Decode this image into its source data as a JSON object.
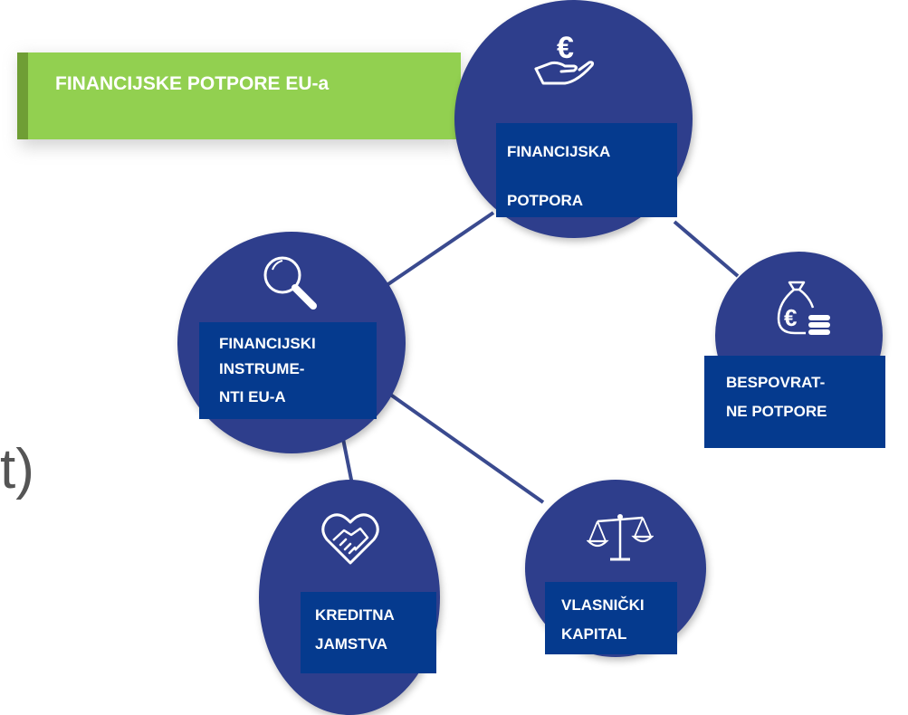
{
  "banner": {
    "title": "FINANCIJSKE POTPORE EU-a"
  },
  "side_text": "t)",
  "nodes": {
    "financijska_potpora": {
      "line1": "FINANCIJSKA",
      "line2": "POTPORA",
      "icon": "euro-hand-icon"
    },
    "financijski_instrumenti": {
      "line1": "FINANCIJSKI",
      "line2": "INSTRUME-",
      "line3": "NTI EU-A",
      "icon": "magnifier-icon"
    },
    "bespovratne_potpore": {
      "line1": "BESPOVRAT-",
      "line2": "NE POTPORE",
      "icon": "money-bag-icon"
    },
    "kreditna_jamstva": {
      "line1": "KREDITNA",
      "line2": "JAMSTVA",
      "icon": "handshake-heart-icon"
    },
    "vlasnicki_kapital": {
      "line1": "VLASNIČKI",
      "line2": "KAPITAL",
      "icon": "scales-icon"
    }
  },
  "colors": {
    "circle": "#2e3e8c",
    "label_box": "#053a8e",
    "banner": "#92d050",
    "banner_edge": "#6f9e35",
    "connector": "#3a4a8f"
  }
}
